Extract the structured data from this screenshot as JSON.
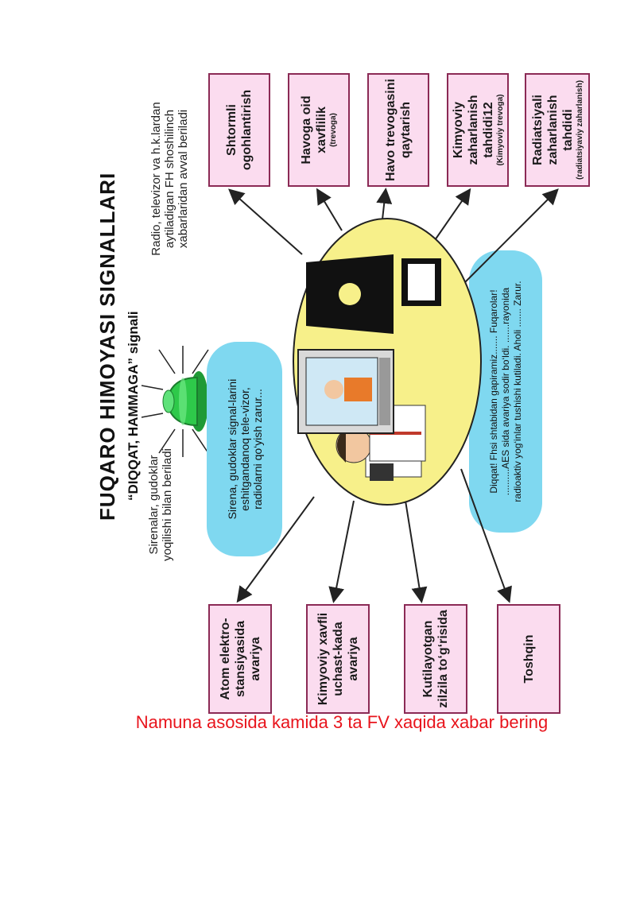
{
  "title": "FUQARO HIMOYASI SIGNALLARI",
  "subtitle": "“DIQQAT, HAMMAGA” signali",
  "siren_note": "Sirenalar, gudoklar yoqilishi bilan beriladi",
  "radio_note": "Radio, televizor va h.k.lardan aytiladigan FH shoshilinch xabarlaridan avval beriladi",
  "bubble_siren": "Sirena, gudoklar signal-larini eshitgandanoq tele-vizor, radiolarni qo‘yish zarur...",
  "bubble_announcement": "Diqqat! Fhsi shtabidan gapiramiz....... Fuqarolar! ..........AES sida avariya sodir bo‘ldi. .......rayonida radioaktiv yog‘inlar tushishi kutiladi. Aholi ....... Zarur.",
  "boxes_left": [
    {
      "label": "Atom elektro-stansiyasida avariya"
    },
    {
      "label": "Kimyoviy xavfli uchast-kada avariya"
    },
    {
      "label": "Kutilayotgan zilzila to‘g‘risida"
    },
    {
      "label": "Toshqin"
    }
  ],
  "boxes_right": [
    {
      "label": "Shtormli ogohlantirish",
      "sub": ""
    },
    {
      "label": "Havoga oid xavflilik",
      "sub": "(trevoga)"
    },
    {
      "label": "Havo trevogasini qaytarish",
      "sub": ""
    },
    {
      "label": "Kimyoviy zaharlanish tahdidi12",
      "sub": "(Kimyoviy trevoga)"
    },
    {
      "label": "Radiatsiyali zaharlanish tahdidi",
      "sub": "(radiatsiyaviy zaharlanish)"
    }
  ],
  "caption": "Namuna asosida kamida 3 ta FV xaqida xabar bering",
  "colors": {
    "box_fill": "#fbdcef",
    "box_border": "#8b2a55",
    "ellipse": "#f7f08a",
    "bubble": "#7fd8f0",
    "siren": "#2ec94a",
    "caption": "#e8141c"
  }
}
